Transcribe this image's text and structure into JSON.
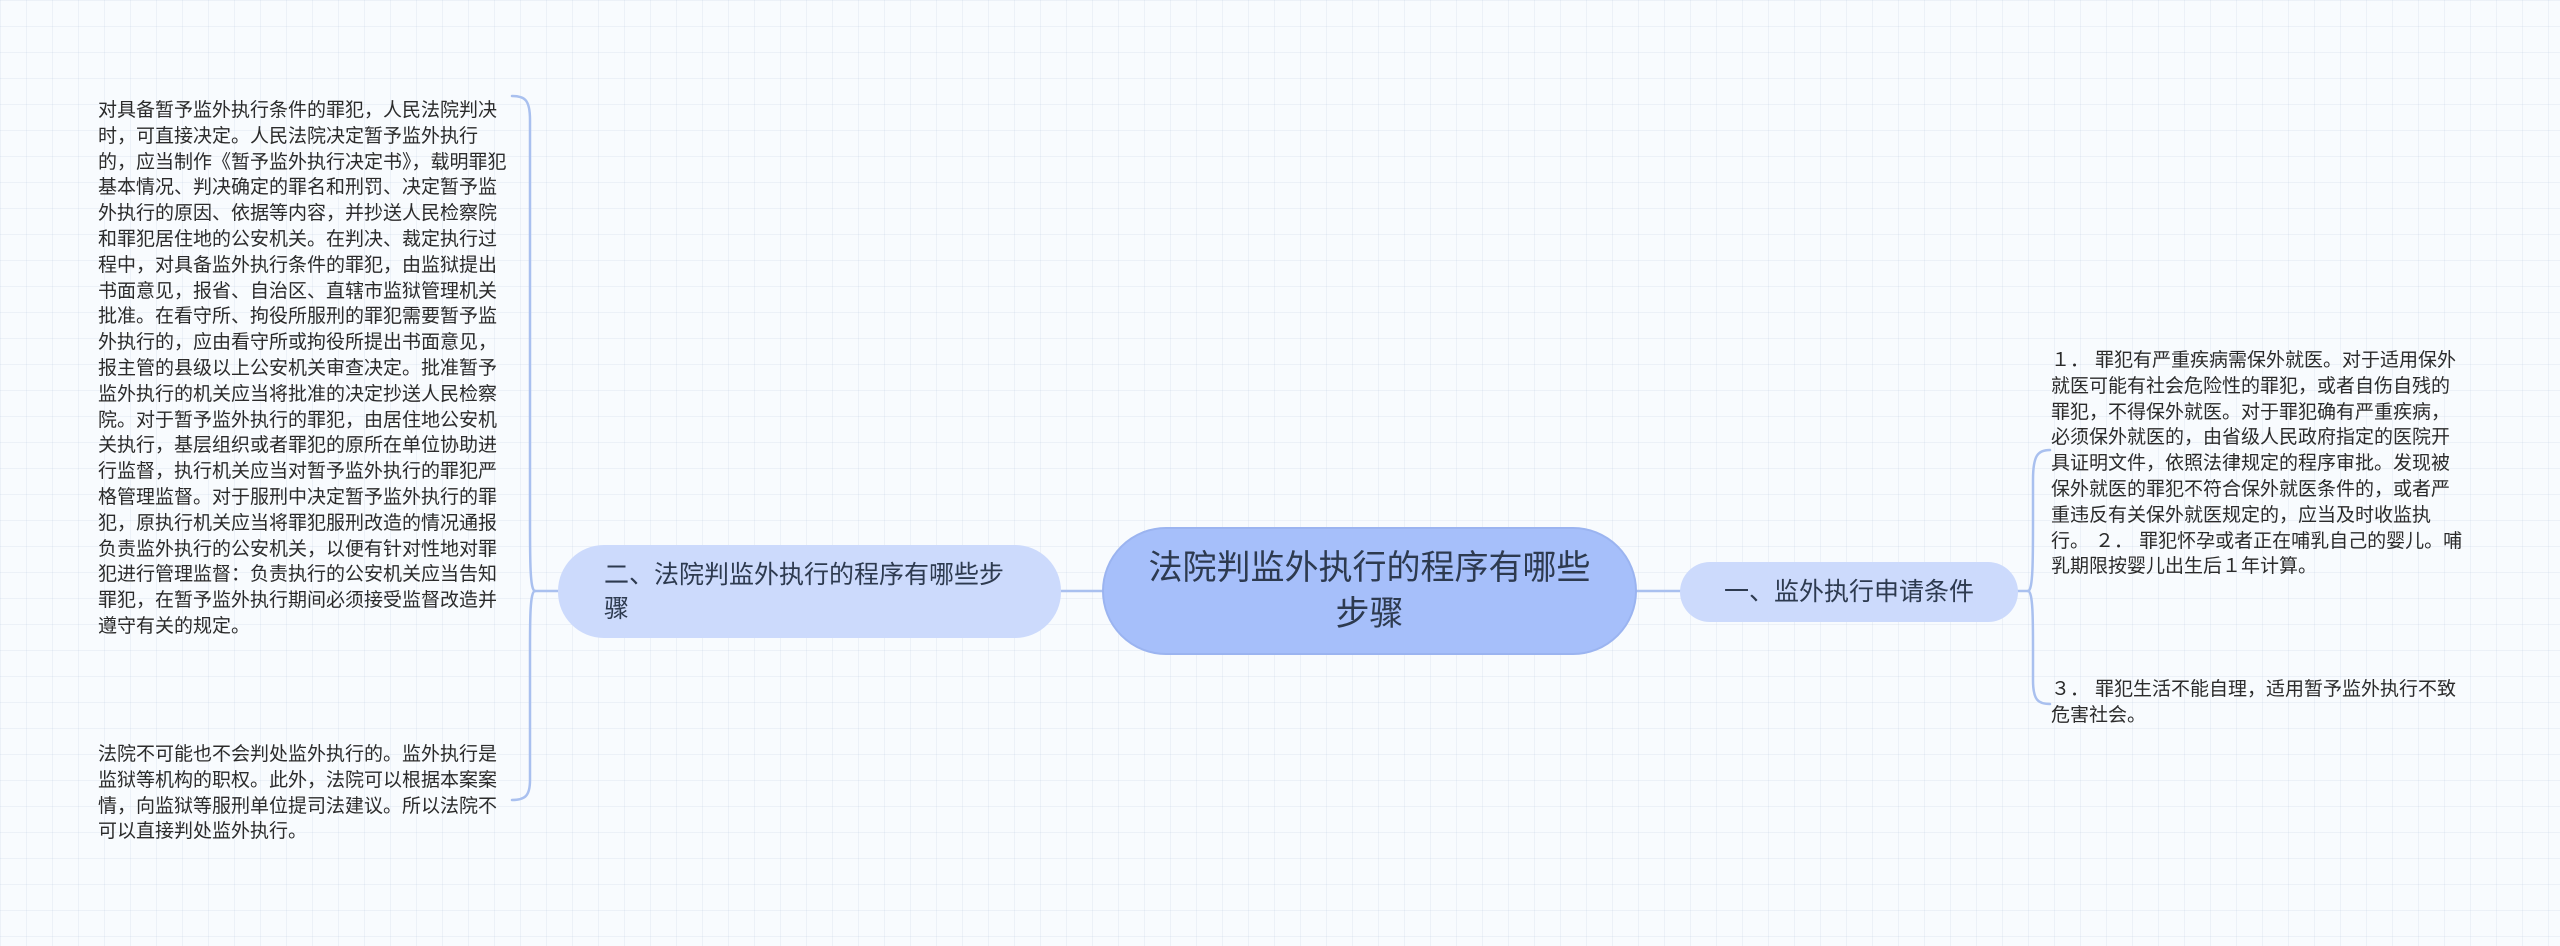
{
  "mindmap": {
    "root": {
      "label": "法院判监外执行的程序有哪些步骤"
    },
    "branches": [
      {
        "id": "left",
        "label": "二、法院判监外执行的程序有哪些步骤",
        "leaves": [
          "对具备暂予监外执行条件的罪犯，人民法院判决时，可直接决定。人民法院决定暂予监外执行的，应当制作《暂予监外执行决定书》，载明罪犯基本情况、判决确定的罪名和刑罚、决定暂予监外执行的原因、依据等内容，并抄送人民检察院和罪犯居住地的公安机关。在判决、裁定执行过程中，对具备监外执行条件的罪犯，由监狱提出书面意见，报省、自治区、直辖市监狱管理机关批准。在看守所、拘役所服刑的罪犯需要暂予监外执行的，应由看守所或拘役所提出书面意见，报主管的县级以上公安机关审查决定。批准暂予监外执行的机关应当将批准的决定抄送人民检察院。对于暂予监外执行的罪犯，由居住地公安机关执行，基层组织或者罪犯的原所在单位协助进行监督，执行机关应当对暂予监外执行的罪犯严格管理监督。对于服刑中决定暂予监外执行的罪犯，原执行机关应当将罪犯服刑改造的情况通报负责监外执行的公安机关，以便有针对性地对罪犯进行管理监督：负责执行的公安机关应当告知罪犯，在暂予监外执行期间必须接受监督改造并遵守有关的规定。",
          "法院不可能也不会判处监外执行的。监外执行是监狱等机构的职权。此外，法院可以根据本案案情，向监狱等服刑单位提司法建议。所以法院不可以直接判处监外执行。"
        ]
      },
      {
        "id": "right",
        "label": "一、监外执行申请条件",
        "leaves": [
          "１． 罪犯有严重疾病需保外就医。对于适用保外就医可能有社会危险性的罪犯，或者自伤自残的罪犯，不得保外就医。对于罪犯确有严重疾病，必须保外就医的，由省级人民政府指定的医院开具证明文件，依照法律规定的程序审批。发现被保外就医的罪犯不符合保外就医条件的，或者严重违反有关保外就医规定的，应当及时收监执行。 ２． 罪犯怀孕或者正在哺乳自己的婴儿。哺乳期限按婴儿出生后１年计算。",
          "３． 罪犯生活不能自理，适用暂予监外执行不致危害社会。"
        ]
      }
    ],
    "colors": {
      "root_fill": "#a6bffa",
      "branch_fill": "#ccdafc",
      "connector": "#a9c0ef"
    }
  }
}
